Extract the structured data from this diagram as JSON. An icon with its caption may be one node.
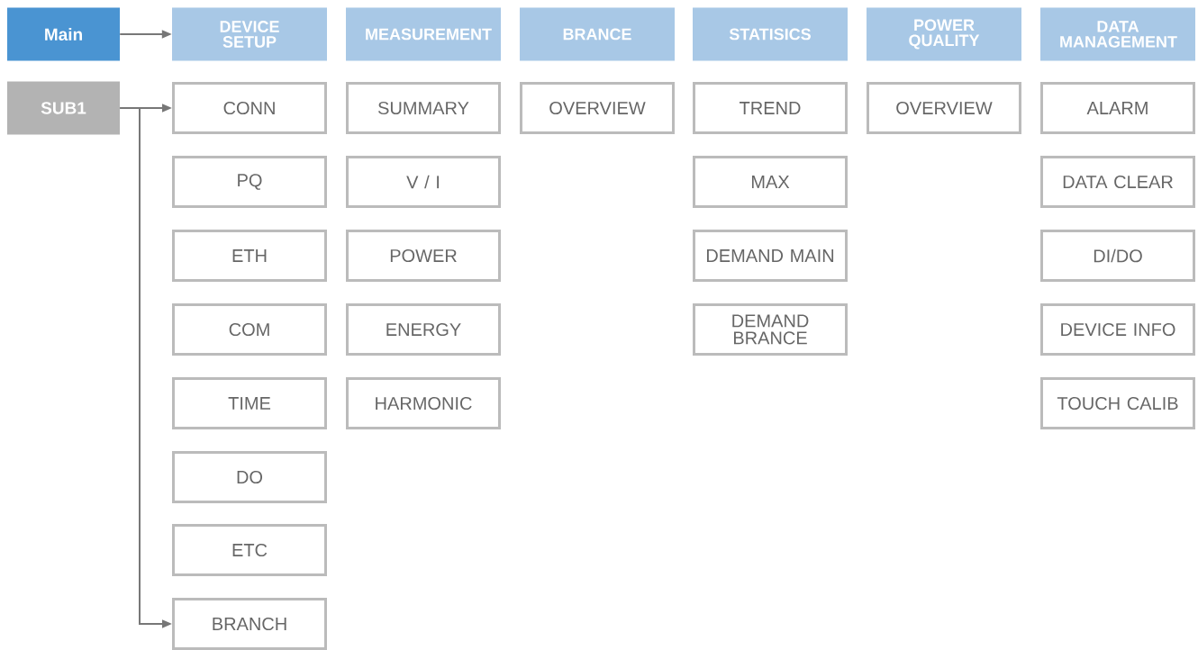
{
  "diagram": {
    "nodes": [
      {
        "text": [
          "Main"
        ]
      },
      {
        "text": [
          "DEVICE SETUP"
        ]
      },
      {
        "text": [
          "MEASUREMENT"
        ]
      },
      {
        "text": [
          "BRANCE"
        ]
      },
      {
        "text": [
          "STATISICS"
        ]
      },
      {
        "text": [
          "POWER QUALITY"
        ]
      },
      {
        "text": [
          "DATA MANAGEMENT"
        ]
      },
      {
        "text": [
          "SUB1"
        ]
      },
      {
        "text": [
          "CONN"
        ]
      },
      {
        "text": [
          "PQ"
        ]
      },
      {
        "text": [
          "ETH"
        ]
      },
      {
        "text": [
          "COM"
        ]
      },
      {
        "text": [
          "TIME"
        ]
      },
      {
        "text": [
          "DO"
        ]
      },
      {
        "text": [
          "ETC"
        ]
      },
      {
        "text": [
          "BRANCH"
        ]
      },
      {
        "text": [
          "SUMMARY"
        ]
      },
      {
        "text": [
          "V / I"
        ]
      },
      {
        "text": [
          "POWER"
        ]
      },
      {
        "text": [
          "ENERGY"
        ]
      },
      {
        "text": [
          "HARMONIC"
        ]
      },
      {
        "text": [
          "OVERVIEW"
        ]
      },
      {
        "text": [
          "TREND"
        ]
      },
      {
        "text": [
          "MAX"
        ]
      },
      {
        "text": [
          "DEMAND MAIN"
        ]
      },
      {
        "text": [
          "DEMAND BRANCE"
        ]
      },
      {
        "text": [
          "OVERVIEW"
        ]
      },
      {
        "text": [
          "ALARM"
        ]
      },
      {
        "text": [
          "DATA CLEAR"
        ]
      },
      {
        "text": [
          "DI/DO"
        ]
      },
      {
        "text": [
          "DEVICE INFO"
        ]
      },
      {
        "text": [
          "TOUCH CALIB"
        ]
      }
    ],
    "edges": [
      {
        "from": 0,
        "to": 1,
        "arrow": "to"
      },
      {
        "from": 7,
        "to": 8,
        "arrow": "to"
      },
      {
        "from": 7,
        "to": 15,
        "arrow": "to"
      }
    ]
  }
}
